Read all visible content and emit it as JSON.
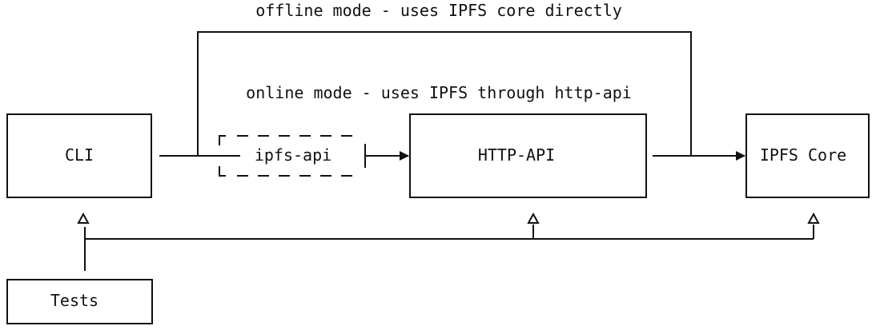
{
  "labels": {
    "offline": "offline mode - uses IPFS core directly",
    "online": "online mode - uses IPFS through http-api"
  },
  "nodes": {
    "cli": "CLI",
    "ipfs_api": "ipfs-api",
    "http_api": "HTTP-API",
    "ipfs_core": "IPFS Core",
    "tests": "Tests"
  }
}
